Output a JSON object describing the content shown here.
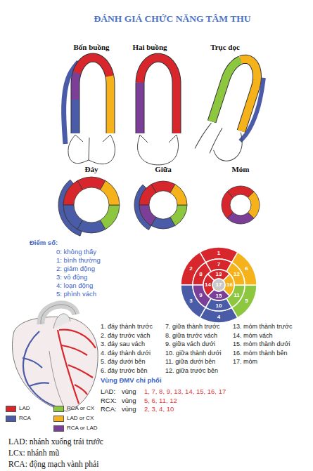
{
  "diagram": {
    "title": "ĐÁNH GIÁ CHỨC NĂNG TÂM THU",
    "labels": [
      "Bốn buồng",
      "Hai buồng",
      "Trục dọc",
      "Đáy",
      "Giữa",
      "Mỏm",
      "Điểm số:",
      "0: không thấy",
      "1: bình thường",
      "2: giảm động",
      "3: vô động",
      "4: loạn động",
      "5: phình vách",
      "1",
      "2",
      "3",
      "4",
      "5",
      "6",
      "7",
      "8",
      "9",
      "10",
      "11",
      "12",
      "13",
      "14",
      "15",
      "16",
      "17",
      "1. đáy thành trước",
      "2. đáy trước vách",
      "3. đáy sau vách",
      "4. đáy thành dưới",
      "5. đáy dưới bên",
      "6. đáy trước bên",
      "7. giữa thành trước",
      "8. giữa trước vách",
      "9. giữa vách dưới",
      "10. giữa thành dưới",
      "11. giữa dưới bên",
      "12. giữa trước bên",
      "13. mỏm thành trước",
      "14. mỏm vách",
      "15. mỏm thành dưới",
      "16. mỏm thành bên",
      "17. mỏm",
      "Vùng ĐMV chi phối",
      "LAD:",
      "vùng",
      "1, 7, 8, 9, 13, 14, 15, 16, 17",
      "RCX:",
      "vùng",
      "5, 6, 11, 12",
      "RCA:",
      "vùng",
      "2, 3, 4, 10",
      "LAD: nhánh xuống trái trước",
      "LCx: nhánh mũ",
      "RCA: động mạch vành phải"
    ],
    "legend": [
      {
        "text": "LAD",
        "color": "#d7262c"
      },
      {
        "text": "RCA",
        "color": "#4a5ba8"
      },
      {
        "text": "RCA or CX",
        "color": "#8dc63f"
      },
      {
        "text": "LAD or CX",
        "color": "#f5b21b"
      },
      {
        "text": "RCA or LAD",
        "color": "#7b3f98"
      }
    ]
  }
}
